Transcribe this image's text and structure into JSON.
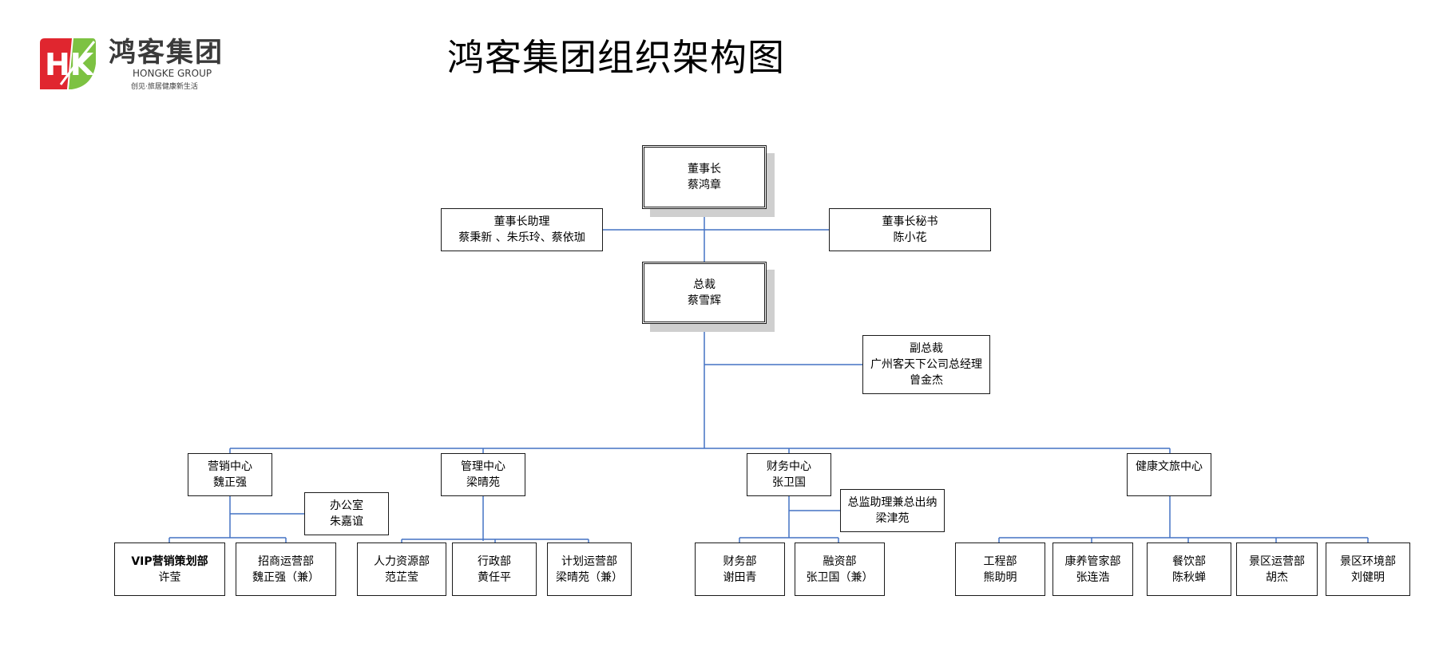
{
  "logo": {
    "icon_letters": "HK",
    "name_cn": "鸿客集团",
    "name_en": "HONGKE GROUP",
    "slogan": "创见·旅居健康新生活",
    "colors": {
      "red": "#e0262f",
      "green": "#7dc242"
    }
  },
  "title": "鸿客集团组织架构图",
  "nodes": {
    "chairman": {
      "role": "董事长",
      "name": "蔡鸿章"
    },
    "chairman_assistant": {
      "role": "董事长助理",
      "name": "蔡秉新 、朱乐玲、蔡依珈"
    },
    "chairman_secretary": {
      "role": "董事长秘书",
      "name": "陈小花"
    },
    "president": {
      "role": "总裁",
      "name": "蔡雪辉"
    },
    "vice_president": {
      "role": "副总裁",
      "name": "广州客天下公司总经理",
      "name2": "曾金杰"
    },
    "marketing_center": {
      "role": "营销中心",
      "name": "魏正强"
    },
    "management_center": {
      "role": "管理中心",
      "name": "梁晴苑"
    },
    "finance_center": {
      "role": "财务中心",
      "name": "张卫国"
    },
    "health_center": {
      "role": "健康文旅中心",
      "name": ""
    },
    "office": {
      "role": "办公室",
      "name": "朱嘉谊"
    },
    "director_assistant": {
      "role": "总监助理兼总出纳",
      "name": "梁津苑"
    },
    "vip_marketing": {
      "role": "VIP营销策划部",
      "name": "许莹"
    },
    "investment_ops": {
      "role": "招商运营部",
      "name": "魏正强（兼）"
    },
    "hr": {
      "role": "人力资源部",
      "name": "范芷莹"
    },
    "admin": {
      "role": "行政部",
      "name": "黄任平"
    },
    "planning_ops": {
      "role": "计划运营部",
      "name": "梁晴苑（兼）"
    },
    "finance_dept": {
      "role": "财务部",
      "name": "谢田青"
    },
    "financing": {
      "role": "融资部",
      "name": "张卫国（兼）"
    },
    "engineering": {
      "role": "工程部",
      "name": "熊助明"
    },
    "wellness_butler": {
      "role": "康养管家部",
      "name": "张连浩"
    },
    "catering": {
      "role": "餐饮部",
      "name": "陈秋蝉"
    },
    "scenic_ops": {
      "role": "景区运营部",
      "name": "胡杰"
    },
    "scenic_env": {
      "role": "景区环境部",
      "name": "刘健明"
    }
  },
  "colors": {
    "connector": "#4472c4",
    "border": "#1a1a1a",
    "shadow": "#cfcfcf"
  }
}
